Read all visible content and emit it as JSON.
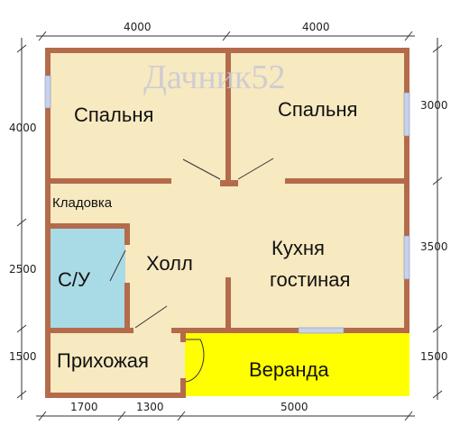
{
  "watermark": "Дачник52",
  "rooms": {
    "bedroom_left": "Спальня",
    "bedroom_right": "Спальня",
    "pantry": "Кладовка",
    "bathroom": "С/У",
    "hall": "Холл",
    "kitchen_line1": "Кухня",
    "kitchen_line2": "гостиная",
    "entrance": "Прихожая",
    "veranda": "Веранда"
  },
  "dimensions": {
    "top_left": "4000",
    "top_right": "4000",
    "left_upper": "4000",
    "left_middle": "2500",
    "left_lower": "1500",
    "right_upper": "3000",
    "right_middle": "3500",
    "right_lower": "1500",
    "bottom_1": "1700",
    "bottom_2": "1300",
    "bottom_3": "5000"
  },
  "colors": {
    "wall": "#b46b4b",
    "floor": "#f7e9c0",
    "bathroom": "#a9dbe6",
    "veranda": "#ffff00",
    "window": "#c7d3ec"
  }
}
